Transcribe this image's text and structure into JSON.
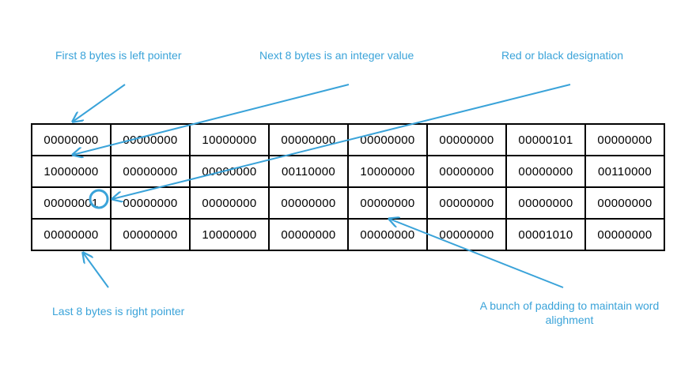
{
  "annotations": {
    "left_pointer": "First 8 bytes is left pointer",
    "integer_value": "Next  8 bytes is an integer value",
    "red_black": "Red or black designation",
    "right_pointer": "Last 8 bytes is right pointer",
    "padding": "A bunch of padding to maintain word alighment"
  },
  "rows": [
    [
      "00000000",
      "00000000",
      "10000000",
      "00000000",
      "00000000",
      "00000000",
      "00000101",
      "00000000"
    ],
    [
      "10000000",
      "00000000",
      "00000000",
      "00110000",
      "10000000",
      "00000000",
      "00000000",
      "00110000"
    ],
    [
      "00000001",
      "00000000",
      "00000000",
      "00000000",
      "00000000",
      "00000000",
      "00000000",
      "00000000"
    ],
    [
      "00000000",
      "00000000",
      "10000000",
      "00000000",
      "00000000",
      "00000000",
      "00001010",
      "00000000"
    ]
  ],
  "colors": {
    "accent": "#3aa3d9",
    "grid": "#000000"
  }
}
